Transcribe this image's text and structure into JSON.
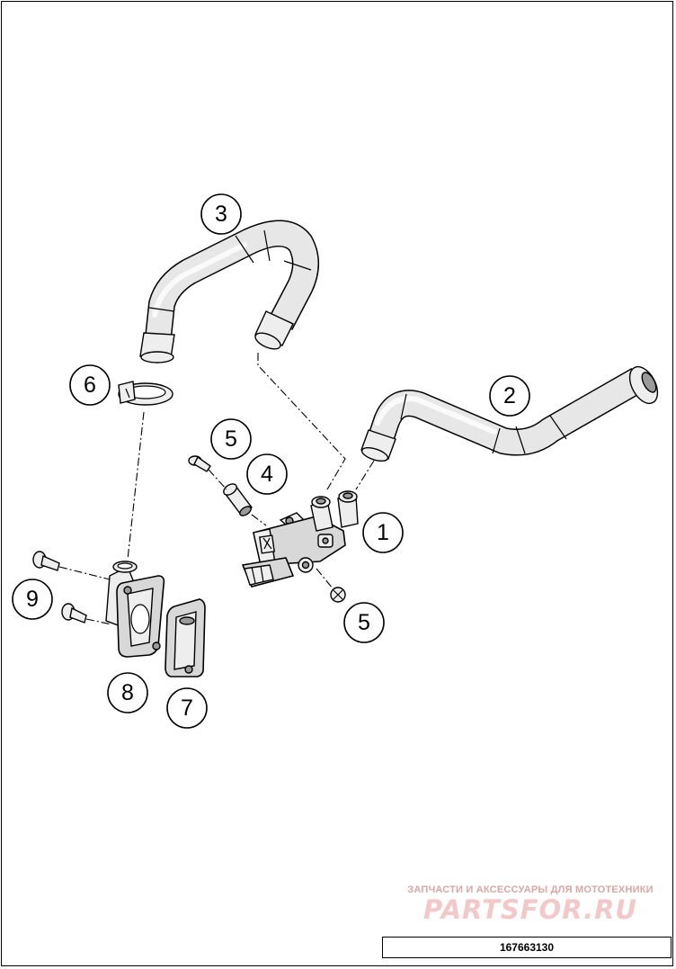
{
  "callouts": {
    "c1": "1",
    "c2": "2",
    "c3": "3",
    "c4": "4",
    "c5a": "5",
    "c5b": "5",
    "c6": "6",
    "c7": "7",
    "c8": "8",
    "c9": "9"
  },
  "watermark": {
    "tagline": "ЗАПЧАСТИ И АКСЕССУАРЫ ДЛЯ МОТОТЕХНИКИ",
    "logo": "PARTSFOR.RU"
  },
  "part_number": "167663130"
}
